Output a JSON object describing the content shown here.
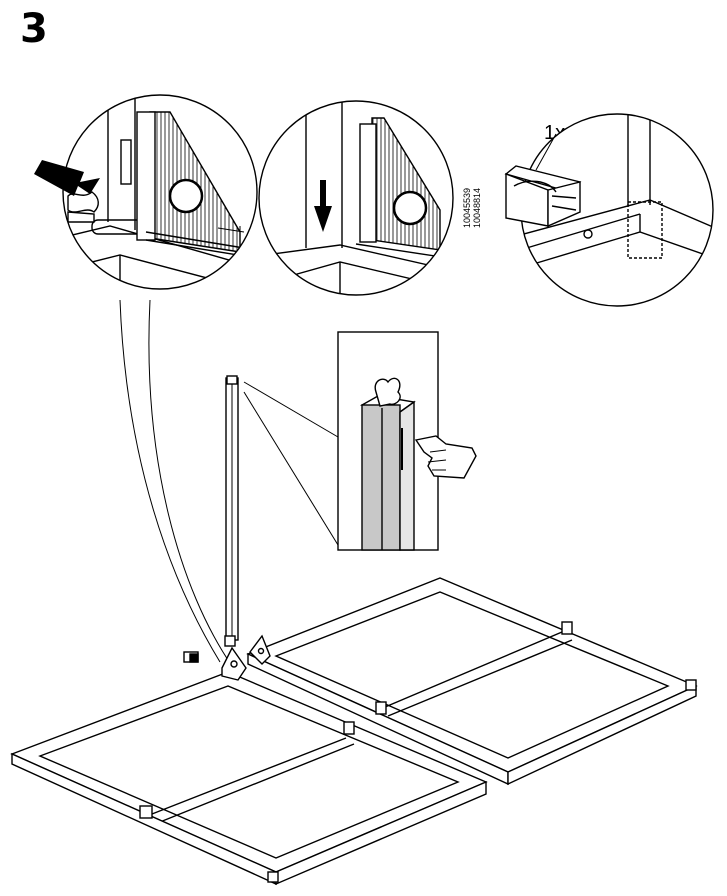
{
  "step": {
    "number": "3"
  },
  "detail_hardware": {
    "quantity": "1x",
    "part_numbers": [
      "10045539",
      "10048814"
    ]
  },
  "illustrations": {
    "detail_circles": [
      "insert-post-arrow-detail",
      "slide-down-arrow-detail",
      "connector-part-detail"
    ],
    "inset_box": "finger-check-post-detail",
    "main": "frame-assembly-with-post"
  },
  "colors": {
    "line": "#000000",
    "fill_gray": "#c8c8c8",
    "background": "#ffffff"
  }
}
